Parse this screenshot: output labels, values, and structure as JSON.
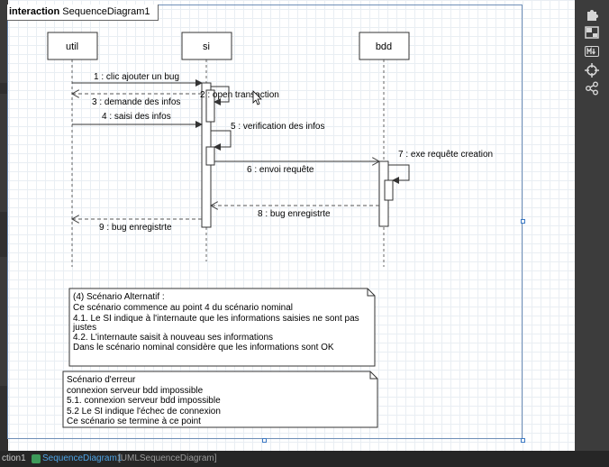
{
  "frame": {
    "keyword": "interaction",
    "name": "SequenceDiagram1"
  },
  "lifelines": [
    {
      "id": "util",
      "label": "util"
    },
    {
      "id": "si",
      "label": "si"
    },
    {
      "id": "bdd",
      "label": "bdd"
    }
  ],
  "messages": [
    {
      "label": "1 : clic ajouter un bug",
      "from": "util",
      "to": "si",
      "kind": "sync"
    },
    {
      "label": "2 : open transaction",
      "from": "si",
      "to": "si",
      "kind": "self"
    },
    {
      "label": "3 : demande des infos",
      "from": "si",
      "to": "util",
      "kind": "return"
    },
    {
      "label": "4 : saisi des infos",
      "from": "util",
      "to": "si",
      "kind": "sync"
    },
    {
      "label": "5 : verification des infos",
      "from": "si",
      "to": "si",
      "kind": "self"
    },
    {
      "label": "6 : envoi requête",
      "from": "si",
      "to": "bdd",
      "kind": "sync"
    },
    {
      "label": "7 : exe requête creation",
      "from": "bdd",
      "to": "bdd",
      "kind": "self"
    },
    {
      "label": "8 : bug enregistrte",
      "from": "bdd",
      "to": "si",
      "kind": "return"
    },
    {
      "label": "9 : bug enregistrte",
      "from": "si",
      "to": "util",
      "kind": "return"
    }
  ],
  "notes": [
    {
      "lines": [
        "(4) Scénario Alternatif :",
        "Ce scénario commence au point 4 du scénario nominal",
        "4.1. Le SI indique à l'internaute que les informations saisies ne sont pas",
        "justes",
        "4.2. L'internaute saisit à nouveau ses informations",
        "Dans le scénario nominal considère que les informations sont OK"
      ]
    },
    {
      "lines": [
        "Scénario d'erreur",
        "connexion serveur bdd impossible",
        "5.1. connexion serveur bdd impossible",
        "5.2 Le SI indique l'échec de connexion",
        "Ce scénario se termine à ce point"
      ]
    }
  ],
  "toolbar": {
    "icons": [
      "puzzle-icon",
      "layout-icon",
      "markdown-icon",
      "crosshair-icon",
      "share-icon"
    ]
  },
  "statusbar": {
    "left": "ction1",
    "tab": "SequenceDiagram1",
    "type": "[UMLSequenceDiagram]"
  }
}
